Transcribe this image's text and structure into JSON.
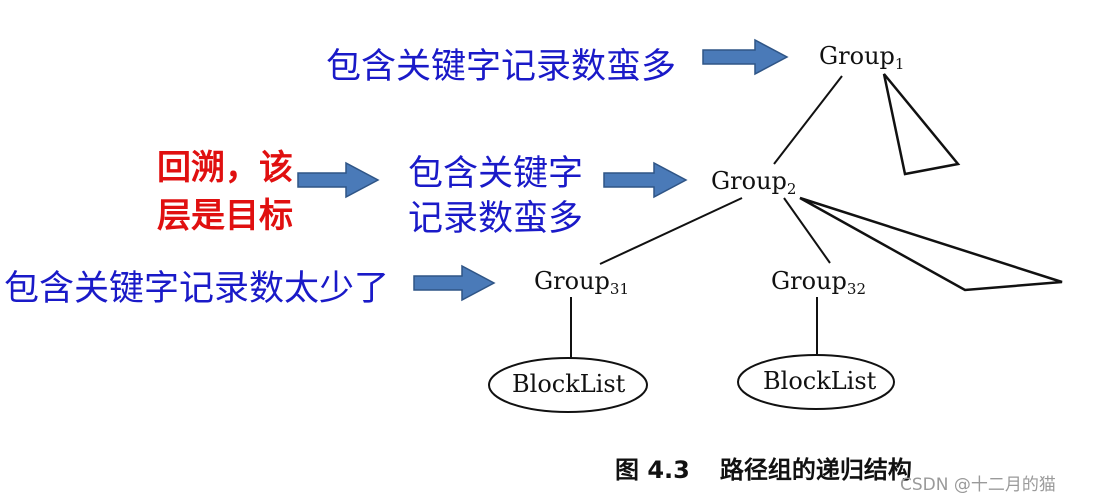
{
  "annotations": {
    "top": "包含关键字记录数蛮多",
    "middle_line1": "包含关键字",
    "middle_line2": "记录数蛮多",
    "left_line1": "回溯，该",
    "left_line2": "层是目标",
    "bottom": "包含关键字记录数太少了"
  },
  "nodes": {
    "group1": {
      "base": "Group",
      "sub": "1"
    },
    "group2": {
      "base": "Group",
      "sub": "2"
    },
    "group31": {
      "base": "Group",
      "sub": "31"
    },
    "group32": {
      "base": "Group",
      "sub": "32"
    },
    "blocklist_left": "BlockList",
    "blocklist_right": "BlockList"
  },
  "caption": {
    "figure_number": "图 4.3",
    "title": "路径组的递归结构"
  },
  "watermark": "CSDN @十二月的猫",
  "colors": {
    "annotation_blue": "#1a1ac8",
    "annotation_red": "#e01010",
    "arrow_fill": "#4a7ab8",
    "arrow_stroke": "#2f5586",
    "line": "#111111"
  }
}
